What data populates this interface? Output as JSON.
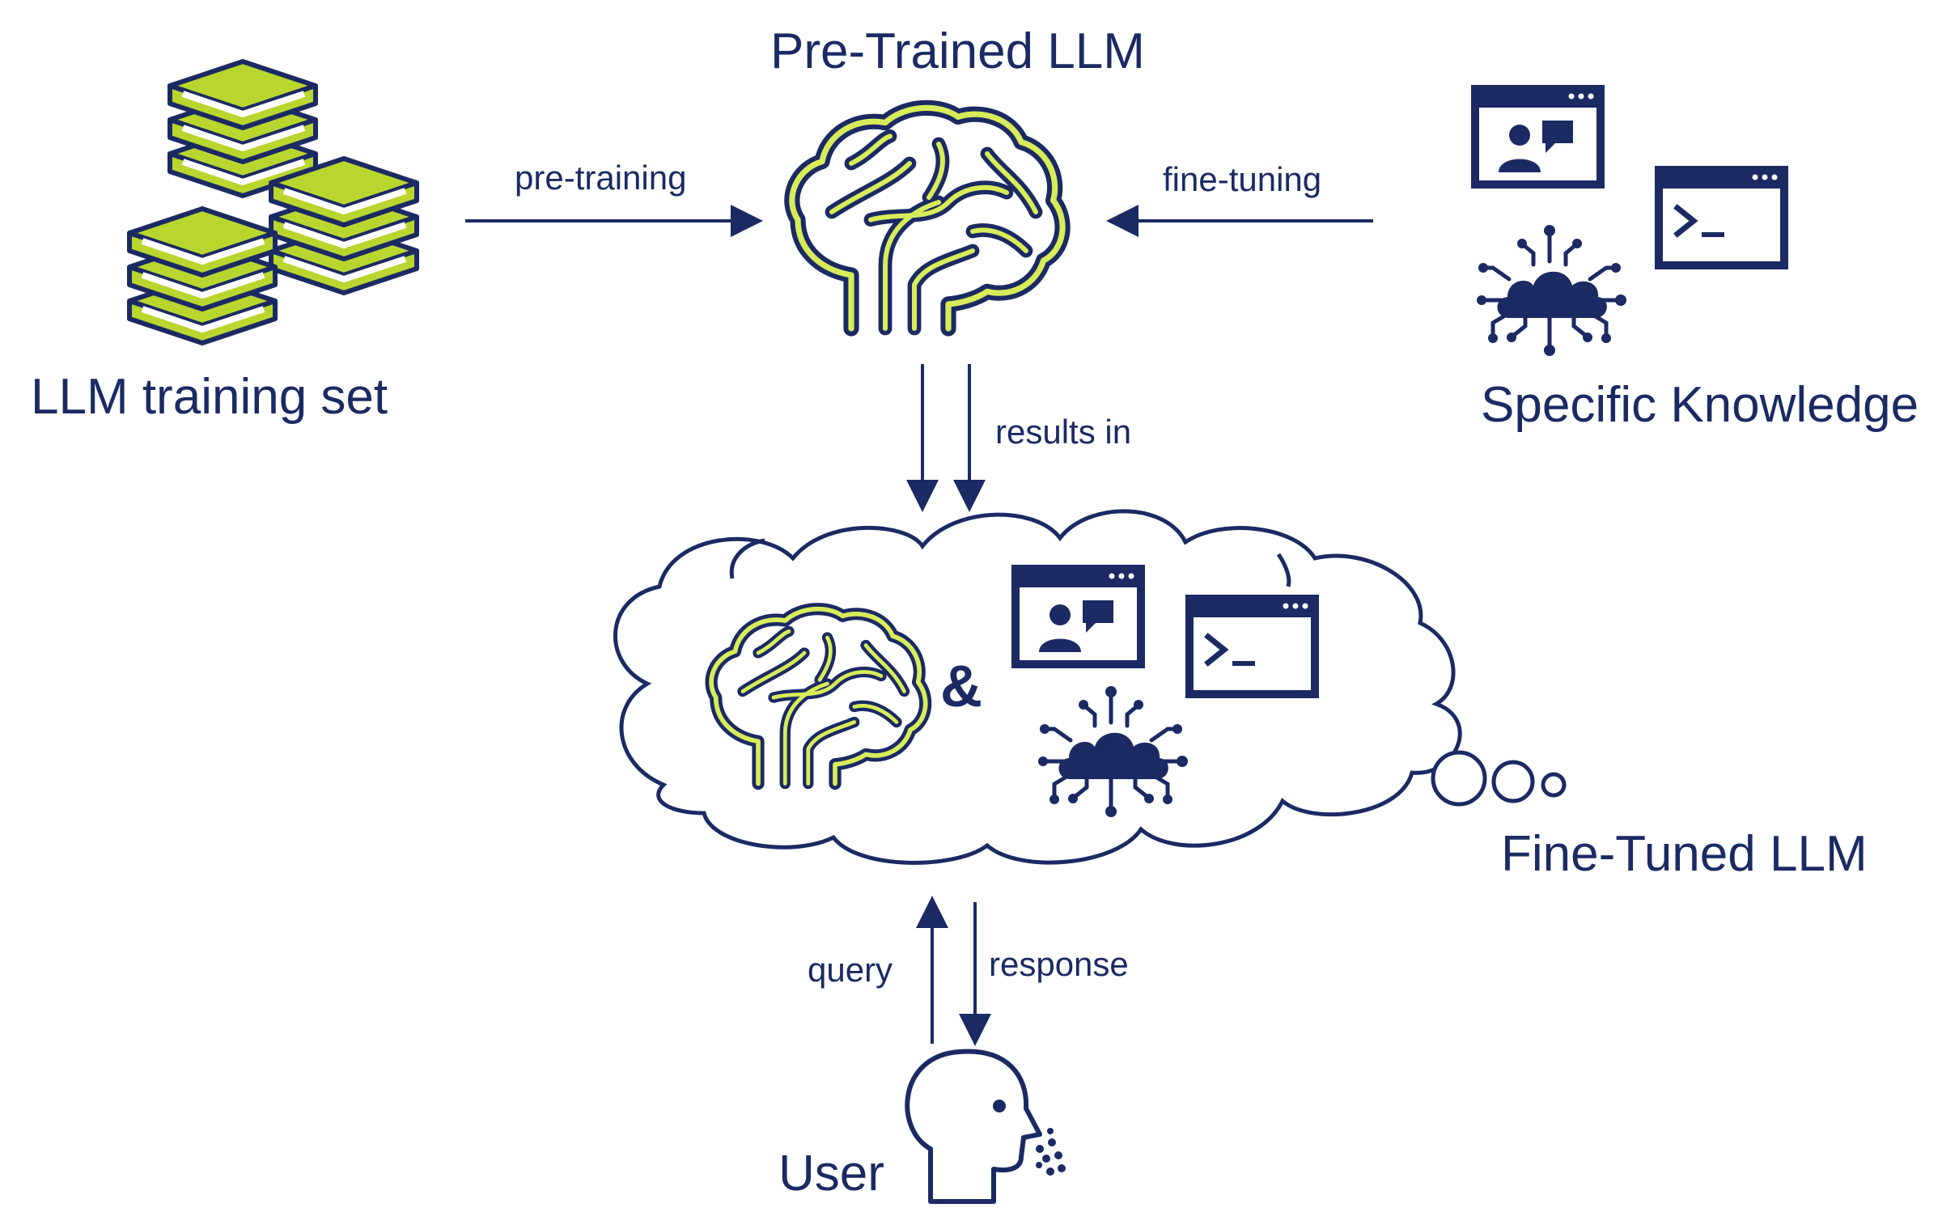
{
  "title": "Pre-Trained LLM",
  "nodes": {
    "training_set": "LLM training set",
    "pretrained": "Pre-Trained LLM",
    "specific_knowledge": "Specific Knowledge",
    "fine_tuned": "Fine-Tuned LLM",
    "user": "User",
    "ampersand": "&"
  },
  "edges": {
    "pre_training": "pre-training",
    "fine_tuning": "fine-tuning",
    "results_in": "results in",
    "query": "query",
    "response": "response"
  },
  "colors": {
    "navy": "#1b2a63",
    "lime": "#b9d62f",
    "white": "#ffffff"
  },
  "icons": [
    "books-icon",
    "brain-icon",
    "video-chat-window-icon",
    "terminal-window-icon",
    "cloud-network-icon",
    "thought-cloud-icon",
    "speaking-head-icon"
  ]
}
